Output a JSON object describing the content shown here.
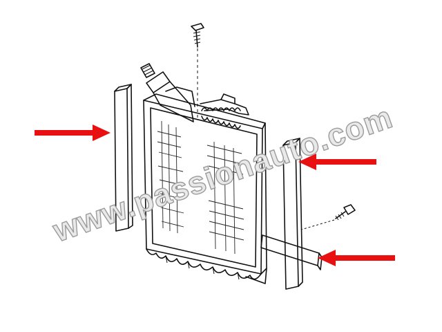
{
  "diagram": {
    "watermark": "www.passionauto.com",
    "parts": {
      "evaporator": {
        "name": "evaporator-core"
      },
      "left_seal": {
        "name": "left-foam-seal"
      },
      "right_seal": {
        "name": "right-foam-seal"
      },
      "top_screw": {
        "name": "top-screw"
      },
      "side_screw": {
        "name": "side-screw"
      }
    },
    "arrows": {
      "color": "#e81010",
      "items": [
        {
          "name": "arrow-left-seal",
          "direction": "right"
        },
        {
          "name": "arrow-right-seal-top",
          "direction": "left"
        },
        {
          "name": "arrow-right-seal-bottom",
          "direction": "left"
        }
      ]
    }
  }
}
